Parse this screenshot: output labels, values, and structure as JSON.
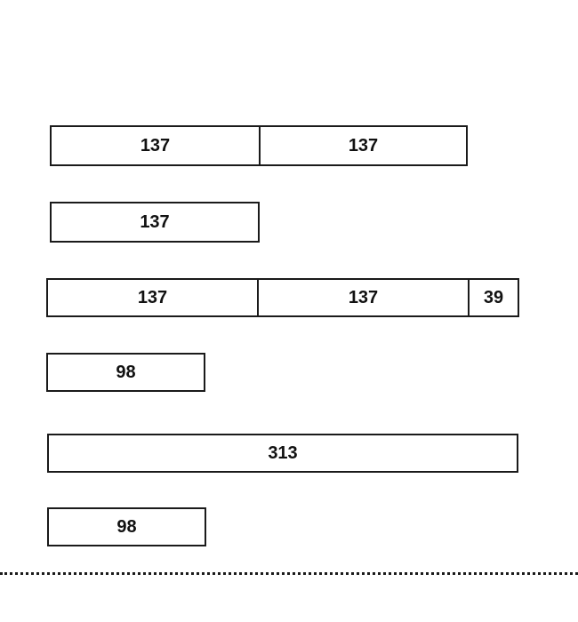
{
  "diagram": {
    "rows": [
      {
        "segments": [
          {
            "label": "137"
          },
          {
            "label": "137"
          }
        ]
      },
      {
        "segments": [
          {
            "label": "137"
          }
        ]
      },
      {
        "segments": [
          {
            "label": "137"
          },
          {
            "label": "137"
          },
          {
            "label": "39"
          }
        ]
      },
      {
        "segments": [
          {
            "label": "98"
          }
        ]
      },
      {
        "segments": [
          {
            "label": "313"
          }
        ]
      },
      {
        "segments": [
          {
            "label": "98"
          }
        ]
      }
    ]
  }
}
